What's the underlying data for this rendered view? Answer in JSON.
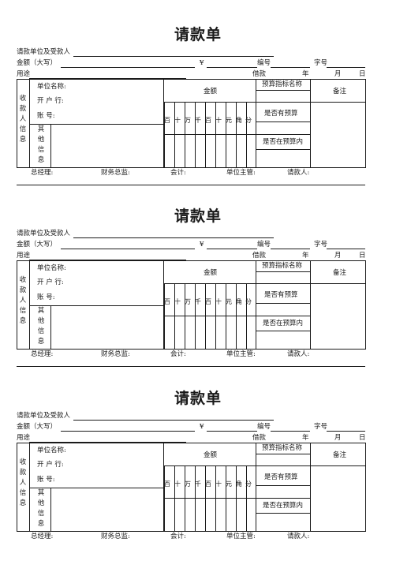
{
  "forms": [
    {
      "title": "请款单",
      "payee_unit_label": "请款单位及受款人",
      "amount_words_label": "金额（大写）",
      "yen_symbol": "¥",
      "number_label": "编号",
      "serial_label": "字号",
      "purpose_label": "用途",
      "loan_label": "借款",
      "year_label": "年",
      "month_label": "月",
      "day_label": "日",
      "unit_name_label": "单位名称:",
      "bank_label": "开 户 行:",
      "account_label": "账      号:",
      "payee_info_label": "收款人信息",
      "other_info_label": "其他信息",
      "amount_header": "金额",
      "digit_units": [
        "百",
        "十",
        "万",
        "千",
        "百",
        "十",
        "元",
        "角",
        "分"
      ],
      "budget_item_label": "预算指标名称",
      "budgeted_label": "是否有预算",
      "within_budget_label": "是否在预算内",
      "remarks_label": "备注",
      "gm_label": "总经理:",
      "cfo_label": "财务总监:",
      "accountant_label": "会计:",
      "unit_head_label": "单位主管:",
      "requester_label": "请款人:"
    },
    {
      "title": "请款单",
      "payee_unit_label": "请款单位及受款人",
      "amount_words_label": "金额（大写）",
      "yen_symbol": "¥",
      "number_label": "编号",
      "serial_label": "字号",
      "purpose_label": "用途",
      "loan_label": "借款",
      "year_label": "年",
      "month_label": "月",
      "day_label": "日",
      "unit_name_label": "单位名称:",
      "bank_label": "开 户 行:",
      "account_label": "账      号:",
      "payee_info_label": "收款人信息",
      "other_info_label": "其他信息",
      "amount_header": "金额",
      "digit_units": [
        "百",
        "十",
        "万",
        "千",
        "百",
        "十",
        "元",
        "角",
        "分"
      ],
      "budget_item_label": "预算指标名称",
      "budgeted_label": "是否有预算",
      "within_budget_label": "是否在预算内",
      "remarks_label": "备注",
      "gm_label": "总经理:",
      "cfo_label": "财务总监:",
      "accountant_label": "会计:",
      "unit_head_label": "单位主管:",
      "requester_label": "请款人:"
    },
    {
      "title": "请款单",
      "payee_unit_label": "请款单位及受款人",
      "amount_words_label": "金额（大写）",
      "yen_symbol": "¥",
      "number_label": "编号",
      "serial_label": "字号",
      "purpose_label": "用途",
      "loan_label": "借款",
      "year_label": "年",
      "month_label": "月",
      "day_label": "日",
      "unit_name_label": "单位名称:",
      "bank_label": "开 户 行:",
      "account_label": "账      号:",
      "payee_info_label": "收款人信息",
      "other_info_label": "其他信息",
      "amount_header": "金额",
      "digit_units": [
        "百",
        "十",
        "万",
        "千",
        "百",
        "十",
        "元",
        "角",
        "分"
      ],
      "budget_item_label": "预算指标名称",
      "budgeted_label": "是否有预算",
      "within_budget_label": "是否在预算内",
      "remarks_label": "备注",
      "gm_label": "总经理:",
      "cfo_label": "财务总监:",
      "accountant_label": "会计:",
      "unit_head_label": "单位主管:",
      "requester_label": "请款人:"
    }
  ]
}
